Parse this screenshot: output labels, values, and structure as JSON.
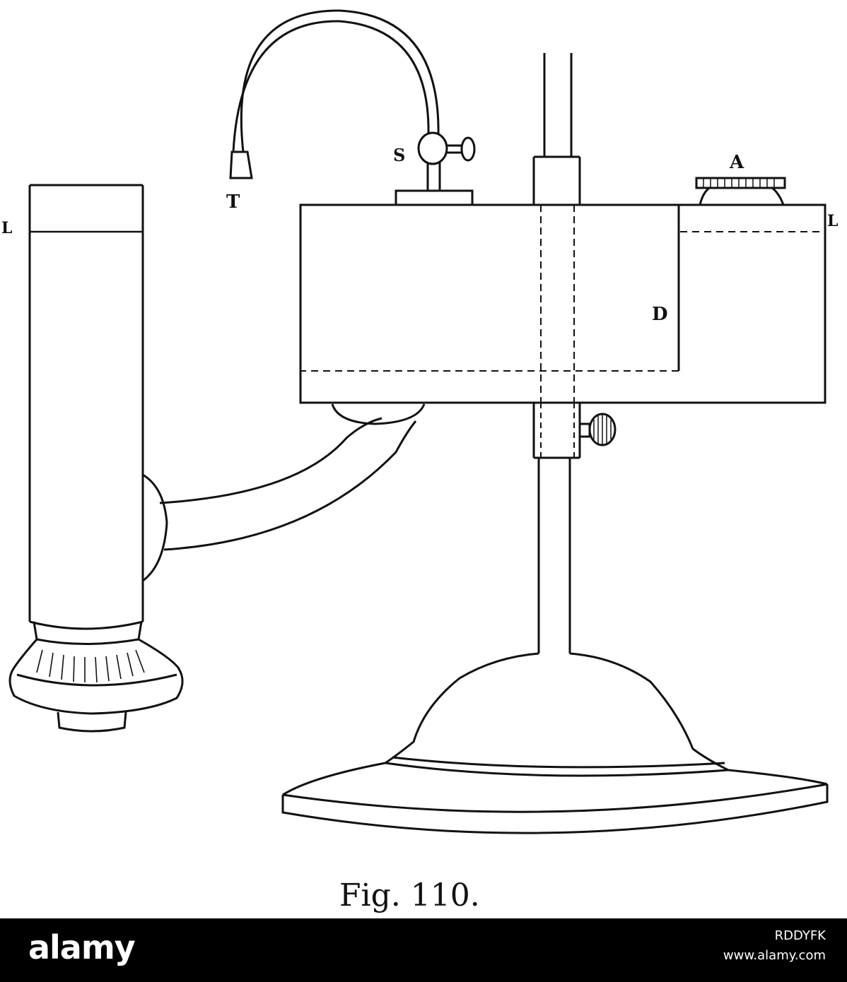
{
  "figure": {
    "labels": {
      "L_left": "L",
      "T": "T",
      "S": "S",
      "A": "A",
      "L_right": "L",
      "D": "D"
    },
    "caption": "Fig. 110."
  },
  "watermark": {
    "logo": "alamy",
    "image_code": "RDDYFK",
    "url": "www.alamy.com"
  },
  "colors": {
    "ink": "#111111",
    "paper": "#ffffff",
    "footer_bg": "#000000"
  }
}
